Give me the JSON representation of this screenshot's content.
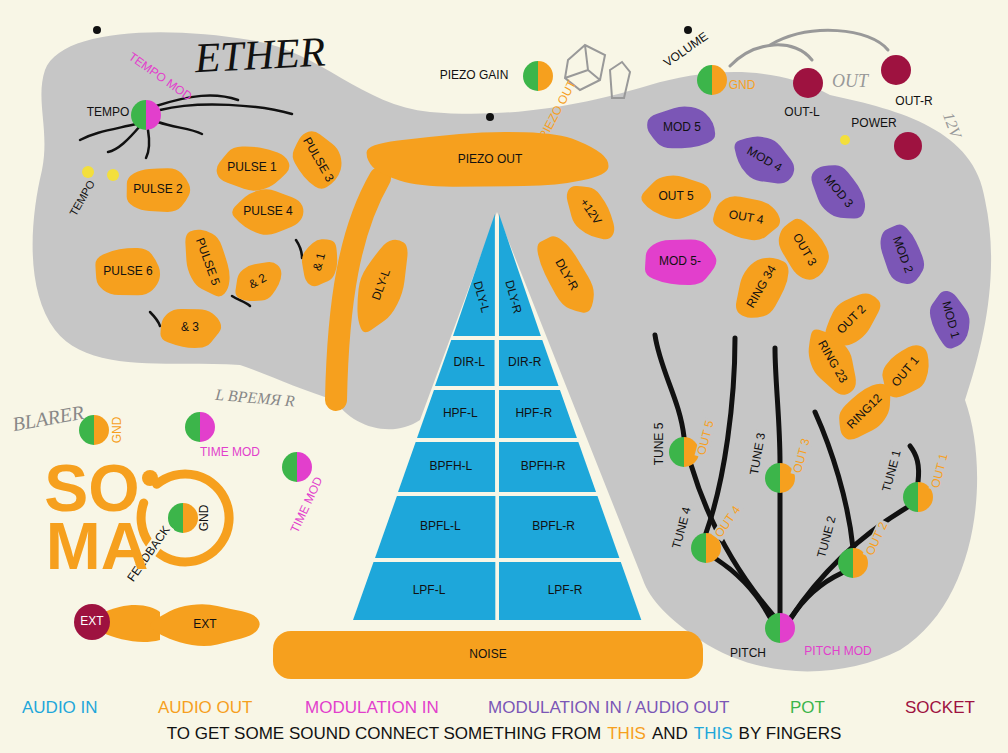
{
  "diagram": {
    "nodes": [
      {
        "text": [
          "PULSE 1"
        ]
      },
      {
        "text": [
          "PULSE 2"
        ]
      },
      {
        "text": [
          "PULSE 3"
        ]
      },
      {
        "text": [
          "PULSE 4"
        ]
      },
      {
        "text": [
          "PULSE 5"
        ]
      },
      {
        "text": [
          "PULSE 6"
        ]
      },
      {
        "text": [
          "& 1"
        ]
      },
      {
        "text": [
          "& 2"
        ]
      },
      {
        "text": [
          "& 3"
        ]
      },
      {
        "text": [
          "PIEZO OUT"
        ]
      },
      {
        "text": [
          "DLY-L"
        ]
      },
      {
        "text": [
          "+12V"
        ]
      },
      {
        "text": [
          "DLY-R"
        ]
      },
      {
        "text": [
          "MOD 5"
        ]
      },
      {
        "text": [
          "MOD 4"
        ]
      },
      {
        "text": [
          "MOD 3"
        ]
      },
      {
        "text": [
          "MOD 2"
        ]
      },
      {
        "text": [
          "MOD 1"
        ]
      },
      {
        "text": [
          "OUT 5"
        ]
      },
      {
        "text": [
          "OUT 4"
        ]
      },
      {
        "text": [
          "OUT 3"
        ]
      },
      {
        "text": [
          "OUT 2"
        ]
      },
      {
        "text": [
          "OUT 1"
        ]
      },
      {
        "text": [
          "MOD 5-"
        ]
      },
      {
        "text": [
          "RING 34"
        ]
      },
      {
        "text": [
          "RING 23"
        ]
      },
      {
        "text": [
          "RING12"
        ]
      },
      {
        "text": [
          "DLY-L"
        ]
      },
      {
        "text": [
          "DLY-R"
        ]
      },
      {
        "text": [
          "DIR-L"
        ]
      },
      {
        "text": [
          "DIR-R"
        ]
      },
      {
        "text": [
          "HPF-L"
        ]
      },
      {
        "text": [
          "HPF-R"
        ]
      },
      {
        "text": [
          "BPFH-L"
        ]
      },
      {
        "text": [
          "BPFH-R"
        ]
      },
      {
        "text": [
          "BPFL-L"
        ]
      },
      {
        "text": [
          "BPFL-R"
        ]
      },
      {
        "text": [
          "LPF-L"
        ]
      },
      {
        "text": [
          "LPF-R"
        ]
      },
      {
        "text": [
          "NOISE"
        ]
      },
      {
        "text": [
          "EXT"
        ]
      },
      {
        "text": [
          "EXT"
        ]
      },
      {
        "text": [
          "TEMPO",
          "TEMPO MOD"
        ]
      },
      {
        "text": [
          "PIEZO GAIN",
          "PIEZO OUT"
        ]
      },
      {
        "text": [
          "VOLUME",
          "GND"
        ]
      },
      {
        "text": [
          "OUT-L"
        ]
      },
      {
        "text": [
          "OUT-R"
        ]
      },
      {
        "text": [
          "POWER"
        ]
      },
      {
        "text": [
          "GND"
        ]
      },
      {
        "text": [
          "TIME MOD"
        ]
      },
      {
        "text": [
          "TIME MOD"
        ]
      },
      {
        "text": [
          "FEEDBACK",
          "GND"
        ]
      },
      {
        "text": [
          "TUNE 5",
          "OUT 5"
        ]
      },
      {
        "text": [
          "TUNE 3",
          "OUT 3"
        ]
      },
      {
        "text": [
          "TUNE 4",
          "OUT 4"
        ]
      },
      {
        "text": [
          "TUNE 2",
          "OUT 2"
        ]
      },
      {
        "text": [
          "TUNE 1",
          "OUT 1"
        ]
      },
      {
        "text": [
          "PITCH",
          "PITCH MOD"
        ]
      }
    ],
    "edges": [
      {
        "from": 57,
        "to": 52,
        "arrow": "none"
      },
      {
        "from": 57,
        "to": 54,
        "arrow": "none"
      },
      {
        "from": 57,
        "to": 53,
        "arrow": "none"
      },
      {
        "from": 57,
        "to": 55,
        "arrow": "none"
      },
      {
        "from": 57,
        "to": 56,
        "arrow": "none"
      }
    ],
    "labels": [
      "ETHER",
      "TEMPO",
      "BLARER",
      "L ВРЕМЯ R",
      "SO",
      "MA",
      "OUT",
      "12V",
      "TO GET SOME SOUND CONNECT SOMETHING FROM",
      "THIS",
      "AND",
      "THIS",
      "BY FINGERS"
    ],
    "legend": [
      {
        "text": "AUDIO IN",
        "color": "#1ea7da"
      },
      {
        "text": "AUDIO OUT",
        "color": "#f6a01e"
      },
      {
        "text": "MODULATION IN",
        "color": "#e23fcc"
      },
      {
        "text": "MODULATION IN / AUDIO OUT",
        "color": "#7b56b6"
      },
      {
        "text": "POT",
        "color": "#3cb54a"
      },
      {
        "text": "SOCKET",
        "color": "#9e1240"
      }
    ]
  }
}
